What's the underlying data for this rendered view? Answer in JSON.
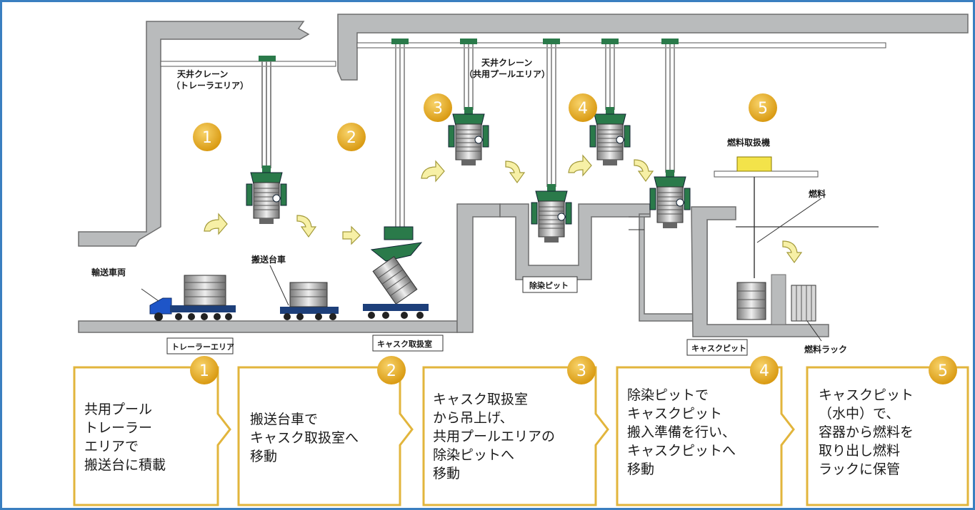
{
  "labels": {
    "crane_trailer": [
      "天井クレーン",
      "（トレーラエリア）"
    ],
    "crane_pool": [
      "天井クレーン",
      "（共用プールエリア）"
    ],
    "transport_vehicle": "輸送車両",
    "transport_cart": "搬送台車",
    "decon_pit": "除染ピット",
    "fuel_handler": "燃料取扱機",
    "fuel": "燃料",
    "fuel_rack": "燃料ラック",
    "trailer_area": "トレーラーエリア",
    "cask_room": "キャスク取扱室",
    "cask_pit": "キャスクピット"
  },
  "badges": [
    "1",
    "2",
    "3",
    "4",
    "5"
  ],
  "steps": [
    {
      "num": "1",
      "lines": [
        "共用プール",
        "トレーラー",
        "エリアで",
        "搬送台に積載"
      ]
    },
    {
      "num": "2",
      "lines": [
        "搬送台車で",
        "キャスク取扱室へ",
        "移動"
      ]
    },
    {
      "num": "3",
      "lines": [
        "キャスク取扱室",
        "から吊上げ、",
        "共用プールエリアの",
        "除染ピットへ",
        "移動"
      ]
    },
    {
      "num": "4",
      "lines": [
        "除染ピットで",
        "キャスクピット",
        "搬入準備を行い、",
        "キャスクピットへ",
        "移動"
      ]
    },
    {
      "num": "5",
      "lines": [
        "キャスクピット",
        "（水中）で、",
        "容器から燃料を",
        "取り出し燃料",
        "ラックに保管"
      ]
    }
  ],
  "colors": {
    "frame": "#3a7fc0",
    "wall": "#b9bbbc",
    "wall_stroke": "#6e6e6e",
    "badge": "#e5a823",
    "step_border": "#e2b53c",
    "arrow_fill": "#f7f0a6",
    "fuel_handler": "#f3e34a",
    "cart": "#1d3f7a",
    "truck": "#1e55c8",
    "crane_green": "#2a7a4a"
  }
}
